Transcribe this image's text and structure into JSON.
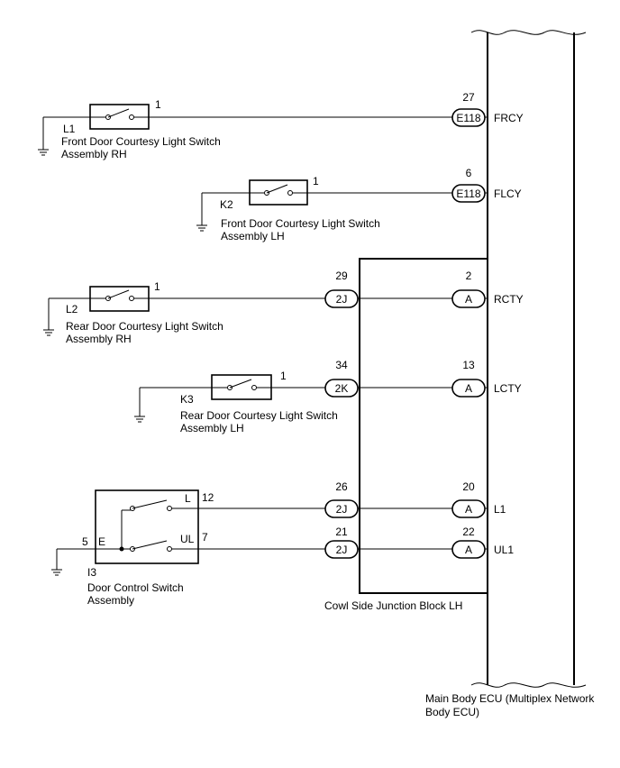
{
  "ecu": {
    "label_line1": "Main Body ECU (Multiplex Network",
    "label_line2": "Body ECU)"
  },
  "junction_block": {
    "label": "Cowl Side Junction Block LH"
  },
  "switches": [
    {
      "code": "L1",
      "pin": "1",
      "name_line1": "Front Door Courtesy Light Switch",
      "name_line2": "Assembly RH"
    },
    {
      "code": "K2",
      "pin": "1",
      "name_line1": "Front Door Courtesy Light Switch",
      "name_line2": "Assembly LH"
    },
    {
      "code": "L2",
      "pin": "1",
      "name_line1": "Rear Door Courtesy Light Switch",
      "name_line2": "Assembly RH"
    },
    {
      "code": "K3",
      "pin": "1",
      "name_line1": "Rear Door Courtesy Light Switch",
      "name_line2": "Assembly LH"
    }
  ],
  "door_control_switch": {
    "code": "I3",
    "name_line1": "Door Control Switch",
    "name_line2": "Assembly",
    "terminal_e": "E",
    "pin_e": "5",
    "terminal_l": "L",
    "pin_l": "12",
    "terminal_ul": "UL",
    "pin_ul": "7"
  },
  "connectors": [
    {
      "id": "frcy-ecu",
      "label": "E118",
      "pin": "27"
    },
    {
      "id": "flcy-ecu",
      "label": "E118",
      "pin": "6"
    },
    {
      "id": "rcty-jb",
      "label": "2J",
      "pin": "29"
    },
    {
      "id": "rcty-ecu",
      "label": "A",
      "pin": "2"
    },
    {
      "id": "lcty-jb",
      "label": "2K",
      "pin": "34"
    },
    {
      "id": "lcty-ecu",
      "label": "A",
      "pin": "13"
    },
    {
      "id": "l1-jb",
      "label": "2J",
      "pin": "26"
    },
    {
      "id": "l1-ecu",
      "label": "A",
      "pin": "20"
    },
    {
      "id": "ul1-jb",
      "label": "2J",
      "pin": "21"
    },
    {
      "id": "ul1-ecu",
      "label": "A",
      "pin": "22"
    }
  ],
  "signals": [
    "FRCY",
    "FLCY",
    "RCTY",
    "LCTY",
    "L1",
    "UL1"
  ]
}
